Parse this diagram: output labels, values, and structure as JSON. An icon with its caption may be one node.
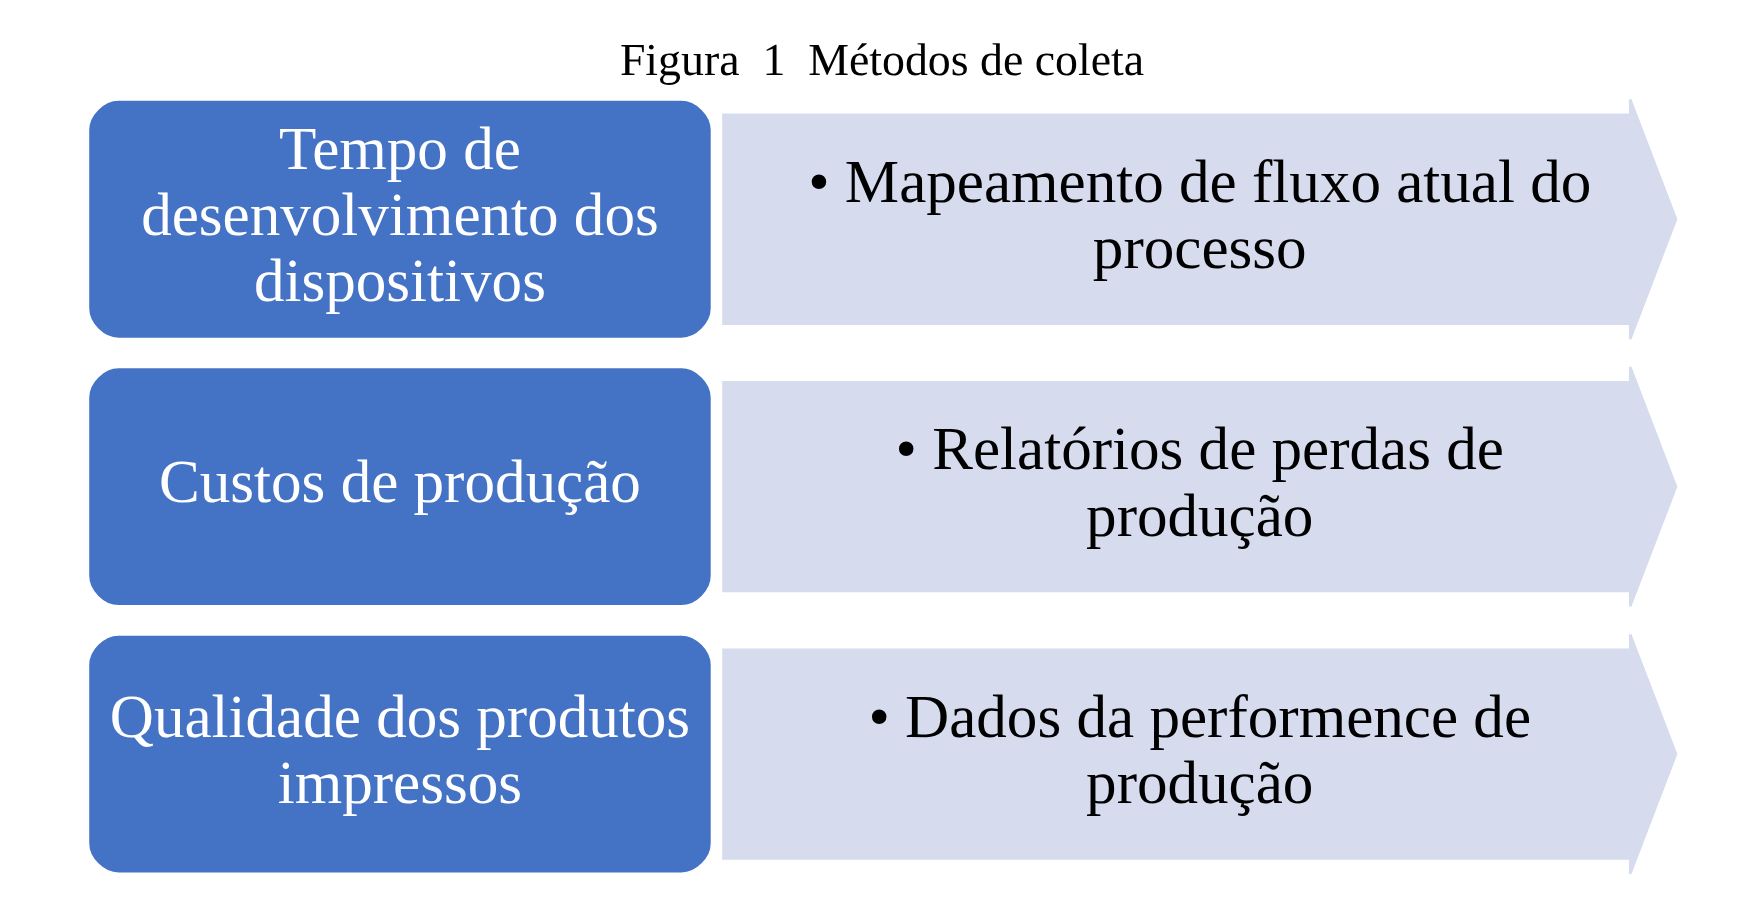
{
  "diagram": {
    "title": "Figura  1  Métodos de coleta",
    "nodes": [
      {
        "text": [
          "Tempo de desenvolvimento dos dispositivos"
        ]
      },
      {
        "text": [
          "• Mapeamento de fluxo atual do processo"
        ]
      },
      {
        "text": [
          "Custos de produção"
        ]
      },
      {
        "text": [
          "• Relatórios de perdas de produção"
        ]
      },
      {
        "text": [
          "Qualidade dos produtos impressos"
        ]
      },
      {
        "text": [
          "• Dados da performence de produção"
        ]
      }
    ]
  }
}
